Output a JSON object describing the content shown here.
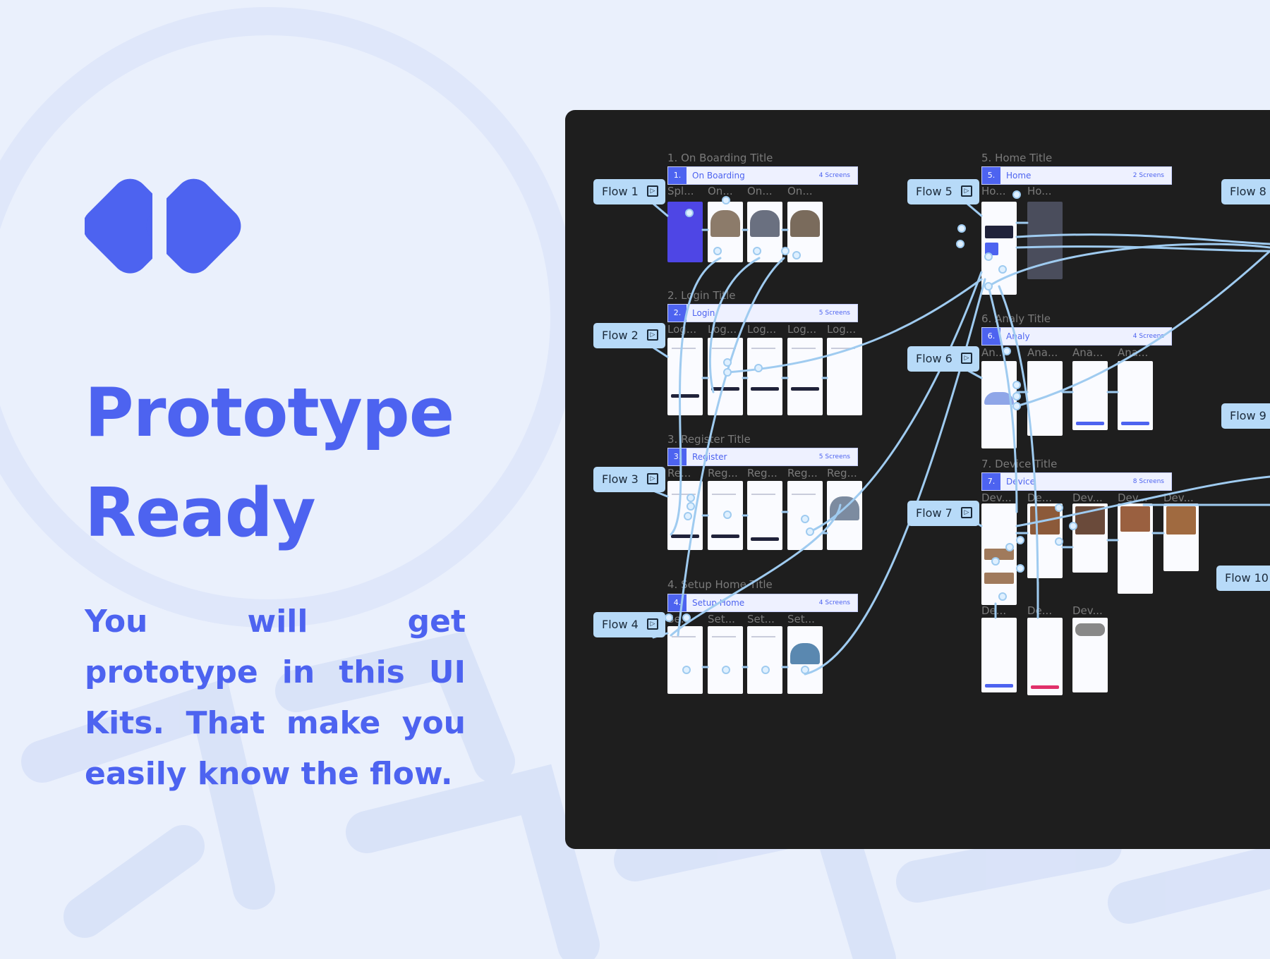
{
  "hero": {
    "title_line1": "Prototype",
    "title_line2": "Ready",
    "description": "You will get prototype in this UI Kits. That make you easily know the flow."
  },
  "colors": {
    "accent": "#4d63f0",
    "canvas": "#1e1e1e",
    "flow_chip": "#b7daf8",
    "wire": "#9fcbf0",
    "background": "#eaf0fc"
  },
  "icons": {
    "logo": "double-rounded-diamond-logo",
    "flow": "play-frame-icon"
  },
  "sections": [
    {
      "heading": "1. On Boarding Title",
      "num": "1.",
      "name": "On Boarding",
      "count": "4 Screens",
      "labels": [
        "Spl...",
        "On...",
        "On...",
        "On..."
      ]
    },
    {
      "heading": "2. Login Title",
      "num": "2.",
      "name": "Login",
      "count": "5 Screens",
      "labels": [
        "Log...",
        "Log...",
        "Log...",
        "Log...",
        "Log..."
      ]
    },
    {
      "heading": "3. Register Title",
      "num": "3.",
      "name": "Register",
      "count": "5 Screens",
      "labels": [
        "Re...",
        "Reg...",
        "Reg...",
        "Reg...",
        "Reg..."
      ]
    },
    {
      "heading": "4. Setup Home Title",
      "num": "4.",
      "name": "Setup Home",
      "count": "4 Screens",
      "labels": [
        "Se...",
        "Set...",
        "Set...",
        "Set..."
      ]
    },
    {
      "heading": "5. Home Title",
      "num": "5.",
      "name": "Home",
      "count": "2 Screens",
      "labels": [
        "Ho...",
        "Ho..."
      ]
    },
    {
      "heading": "6. Analy Title",
      "num": "6.",
      "name": "Analy",
      "count": "4 Screens",
      "labels": [
        "An...",
        "Ana...",
        "Ana...",
        "Ana..."
      ]
    },
    {
      "heading": "7. Device Title",
      "num": "7.",
      "name": "Device",
      "count": "8 Screens",
      "labels": [
        "Dev...",
        "De...",
        "Dev...",
        "Dev...",
        "Dev...",
        "De...",
        "De...",
        "Dev..."
      ]
    }
  ],
  "flows": [
    "Flow 1",
    "Flow 2",
    "Flow 3",
    "Flow 4",
    "Flow 5",
    "Flow 6",
    "Flow 7",
    "Flow 8",
    "Flow 9",
    "Flow 10"
  ]
}
